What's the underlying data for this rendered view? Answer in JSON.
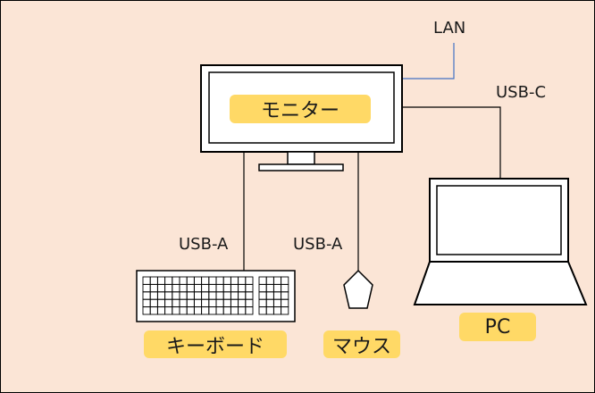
{
  "labels": {
    "monitor": "モニター",
    "keyboard": "キーボード",
    "mouse": "マウス",
    "pc": "PC",
    "lan": "LAN",
    "usb_c": "USB-C",
    "usb_a_keyboard": "USB-A",
    "usb_a_mouse": "USB-A"
  },
  "colors": {
    "background": "#fbe5d6",
    "label_fill": "#ffd966",
    "lan_line": "#4472c4",
    "line": "#000000"
  }
}
